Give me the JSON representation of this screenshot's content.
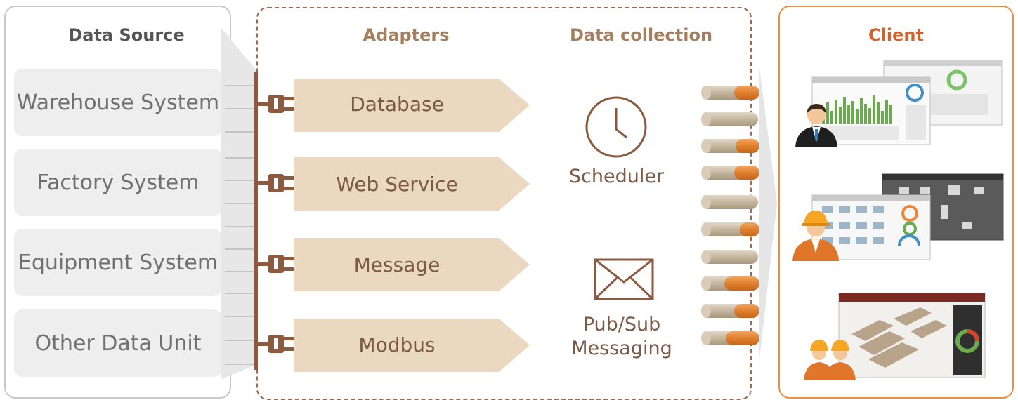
{
  "data_source": {
    "title": "Data Source",
    "items": [
      "Warehouse System",
      "Factory System",
      "Equipment System",
      "Other Data Unit"
    ]
  },
  "adapters": {
    "title": "Adapters",
    "items": [
      "Database",
      "Web Service",
      "Message",
      "Modbus"
    ]
  },
  "data_collection": {
    "title": "Data collection",
    "scheduler_label": "Scheduler",
    "pubsub_label_line1": "Pub/Sub",
    "pubsub_label_line2": "Messaging"
  },
  "client": {
    "title": "Client"
  },
  "colors": {
    "source_border": "#c9c9c9",
    "adapter_fill": "#ead8c0",
    "adapter_text": "#7a5a44",
    "connector_brown": "#8b5a3f",
    "client_accent": "#e98f3d",
    "client_title": "#d4622a",
    "pipe_gray": "#c9bba6",
    "pipe_orange": "#e0802f"
  },
  "icons": [
    "plug-icon",
    "clock-icon",
    "envelope-icon",
    "user-icon",
    "worker-icon",
    "dashboard-icon"
  ]
}
